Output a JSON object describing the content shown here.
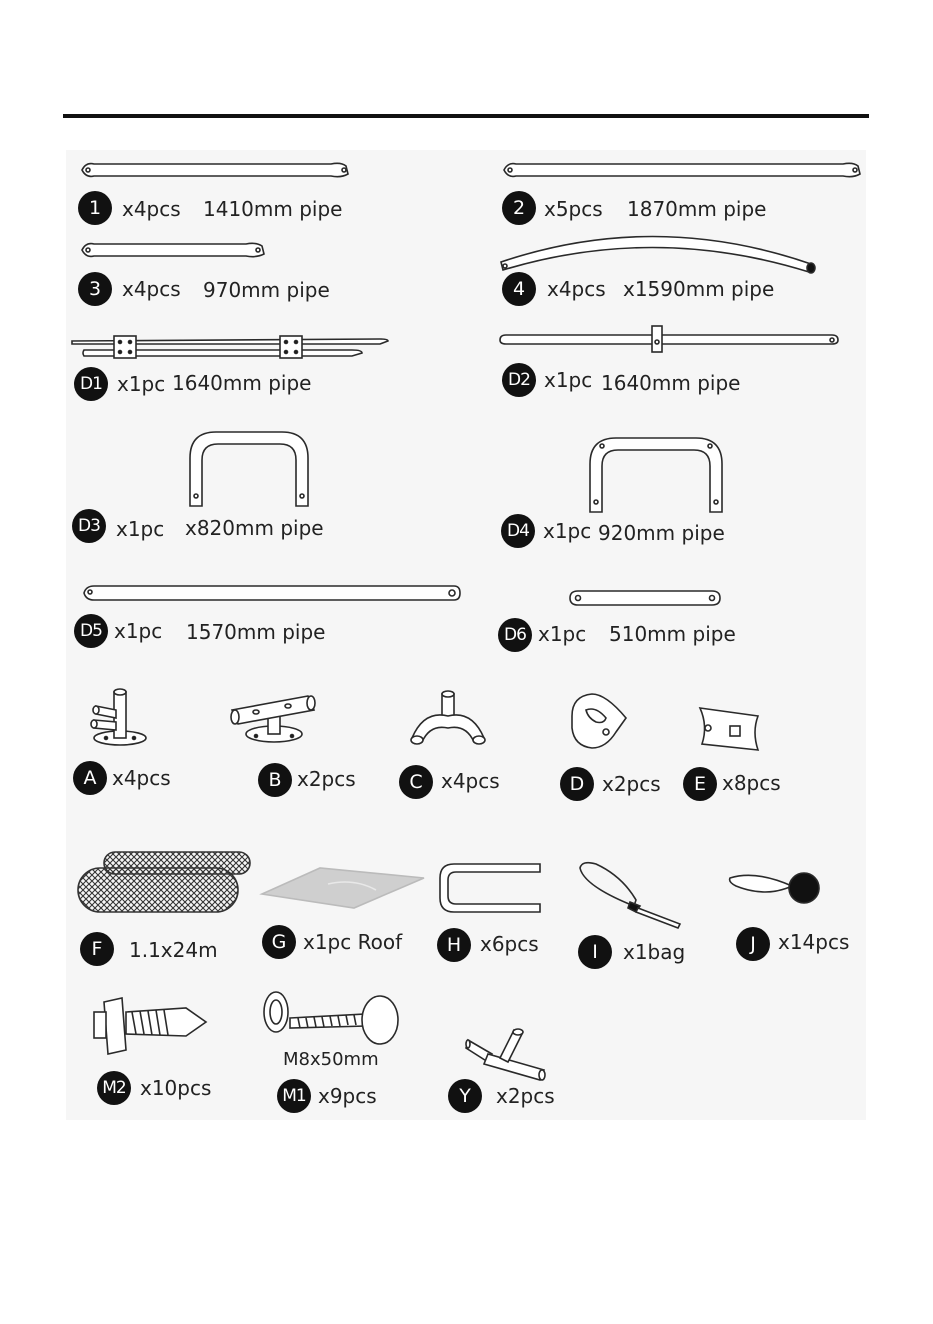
{
  "items": {
    "p1": {
      "badge": "1",
      "qty": "x4pcs",
      "desc": "1410mm pipe"
    },
    "p2": {
      "badge": "2",
      "qty": "x5pcs",
      "desc": "1870mm pipe"
    },
    "p3": {
      "badge": "3",
      "qty": "x4pcs",
      "desc": "970mm pipe"
    },
    "p4": {
      "badge": "4",
      "qty": "x4pcs",
      "desc": "x1590mm pipe"
    },
    "d1": {
      "badge": "D1",
      "qty": "x1pc",
      "desc": "1640mm pipe"
    },
    "d2": {
      "badge": "D2",
      "qty": "x1pc",
      "desc": "1640mm pipe"
    },
    "d3": {
      "badge": "D3",
      "qty": "x1pc",
      "desc": "x820mm pipe"
    },
    "d4": {
      "badge": "D4",
      "qty": "x1pc",
      "desc": "920mm pipe"
    },
    "d5": {
      "badge": "D5",
      "qty": "x1pc",
      "desc": "1570mm pipe"
    },
    "d6": {
      "badge": "D6",
      "qty": "x1pc",
      "desc": "510mm pipe"
    },
    "a": {
      "badge": "A",
      "qty": "x4pcs"
    },
    "b": {
      "badge": "B",
      "qty": "x2pcs"
    },
    "c": {
      "badge": "C",
      "qty": "x4pcs"
    },
    "d": {
      "badge": "D",
      "qty": "x2pcs"
    },
    "e": {
      "badge": "E",
      "qty": "x8pcs"
    },
    "f": {
      "badge": "F",
      "qty": "1.1x24m"
    },
    "g": {
      "badge": "G",
      "qty": "x1pc Roof"
    },
    "h": {
      "badge": "H",
      "qty": "x6pcs"
    },
    "i": {
      "badge": "I",
      "qty": "x1bag"
    },
    "j": {
      "badge": "J",
      "qty": "x14pcs"
    },
    "m2": {
      "badge": "M2",
      "qty": "x10pcs"
    },
    "m1": {
      "badge": "M1",
      "qty": "x9pcs",
      "size": "M8x50mm"
    },
    "y": {
      "badge": "Y",
      "qty": "x2pcs"
    }
  }
}
